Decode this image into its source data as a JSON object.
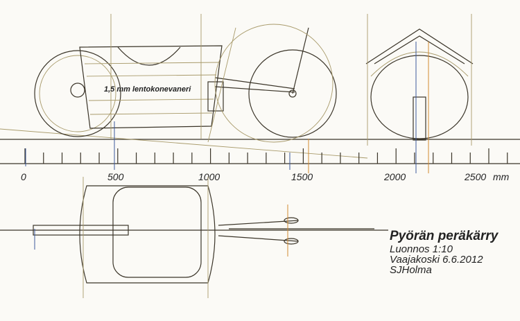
{
  "drawing": {
    "title": "Pyörän peräkärry",
    "scale_note": "Luonnos 1:10",
    "place_date": "Vaajakoski 6.6.2012",
    "author": "SJHolma",
    "material_note": "1,5 mm lentokonevaneri"
  },
  "scale_bar": {
    "ticks": [
      "0",
      "500",
      "1000",
      "1500",
      "2000",
      "2500"
    ],
    "unit": "mm"
  },
  "colors": {
    "ink": "#3a3428",
    "pencil": "#a89a6a",
    "blue": "#3c5a9c",
    "orange": "#d08a30"
  }
}
